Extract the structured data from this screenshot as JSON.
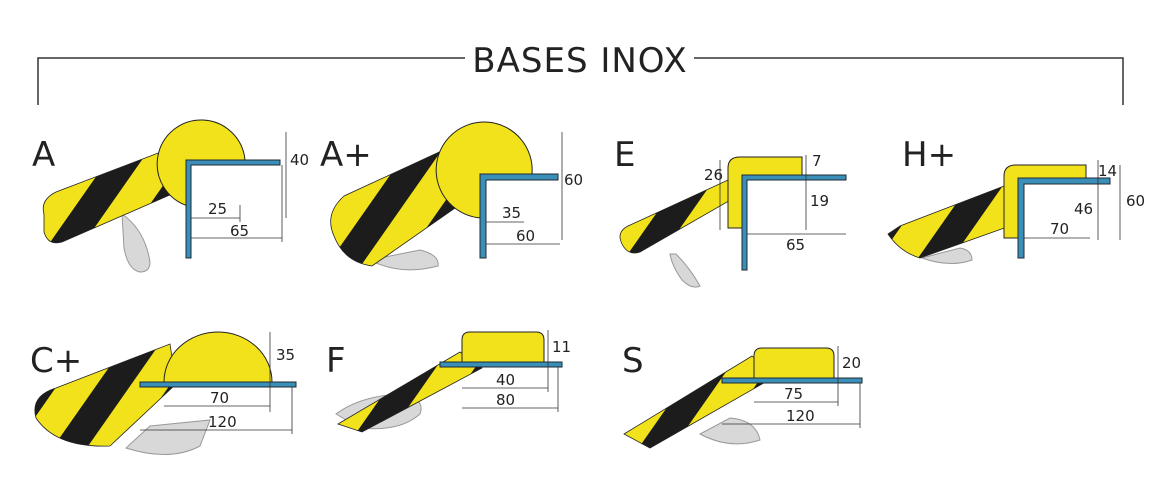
{
  "title": "BASES INOX",
  "colors": {
    "yellow": "#f2e21b",
    "black": "#1c1c1c",
    "steel": "#d8d8d8",
    "bar_fill": "#3a8fb8",
    "bar_edge": "#1f2a33",
    "line": "#333333"
  },
  "products": [
    {
      "id": "A",
      "label": "A",
      "dims": [
        "40",
        "25",
        "65"
      ]
    },
    {
      "id": "Aplus",
      "label": "A+",
      "dims": [
        "60",
        "35",
        "60"
      ]
    },
    {
      "id": "E",
      "label": "E",
      "dims": [
        "26",
        "7",
        "19",
        "65"
      ]
    },
    {
      "id": "Hplus",
      "label": "H+",
      "dims": [
        "14",
        "46",
        "60",
        "70"
      ]
    },
    {
      "id": "Cplus",
      "label": "C+",
      "dims": [
        "35",
        "70",
        "120"
      ]
    },
    {
      "id": "F",
      "label": "F",
      "dims": [
        "11",
        "40",
        "80"
      ]
    },
    {
      "id": "S",
      "label": "S",
      "dims": [
        "20",
        "75",
        "120"
      ]
    }
  ]
}
